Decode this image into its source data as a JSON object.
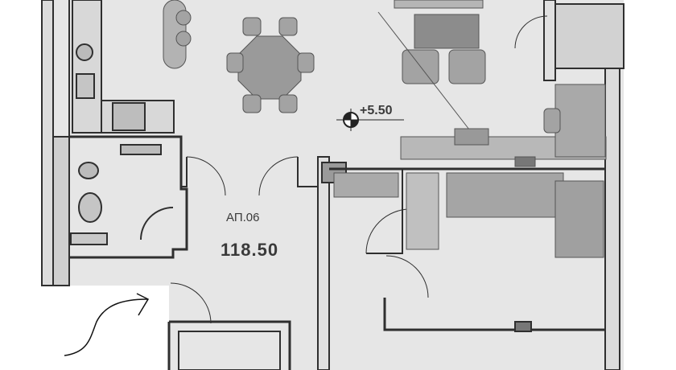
{
  "plan": {
    "level_mark": "+5.50",
    "apartment_label": "АП.06",
    "apartment_area": "118.50"
  },
  "colors": {
    "paper": "#e6e6e6",
    "wall": "#2f2f2f",
    "furniture": "#9a9a9a",
    "ink": "#3a3a3a"
  }
}
